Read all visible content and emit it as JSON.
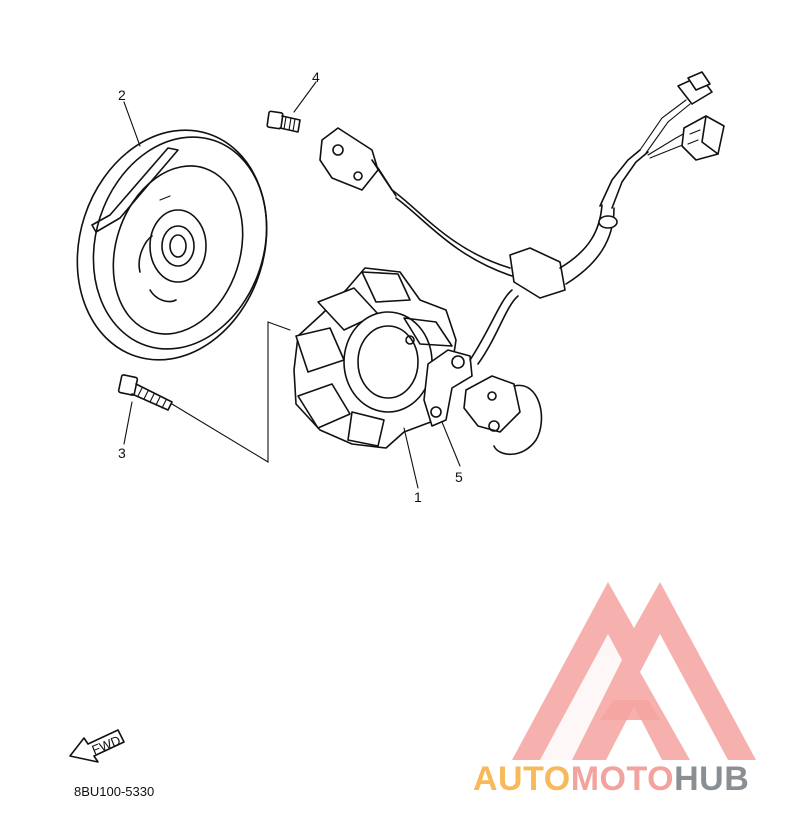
{
  "diagram": {
    "parts": [
      {
        "number": "1"
      },
      {
        "number": "2"
      },
      {
        "number": "3"
      },
      {
        "number": "4"
      },
      {
        "number": "5"
      }
    ],
    "fwd_label": "FWD",
    "drawing_code": "8BU100-5330"
  },
  "watermark": {
    "brand_part1": "AUTO",
    "brand_part2": "MOTO",
    "brand_part3": "HUB",
    "colors": {
      "logo": "#f4a3a0",
      "auto": "#f7b95a",
      "moto": "#f2a39e",
      "hub": "#8a8f93"
    }
  }
}
